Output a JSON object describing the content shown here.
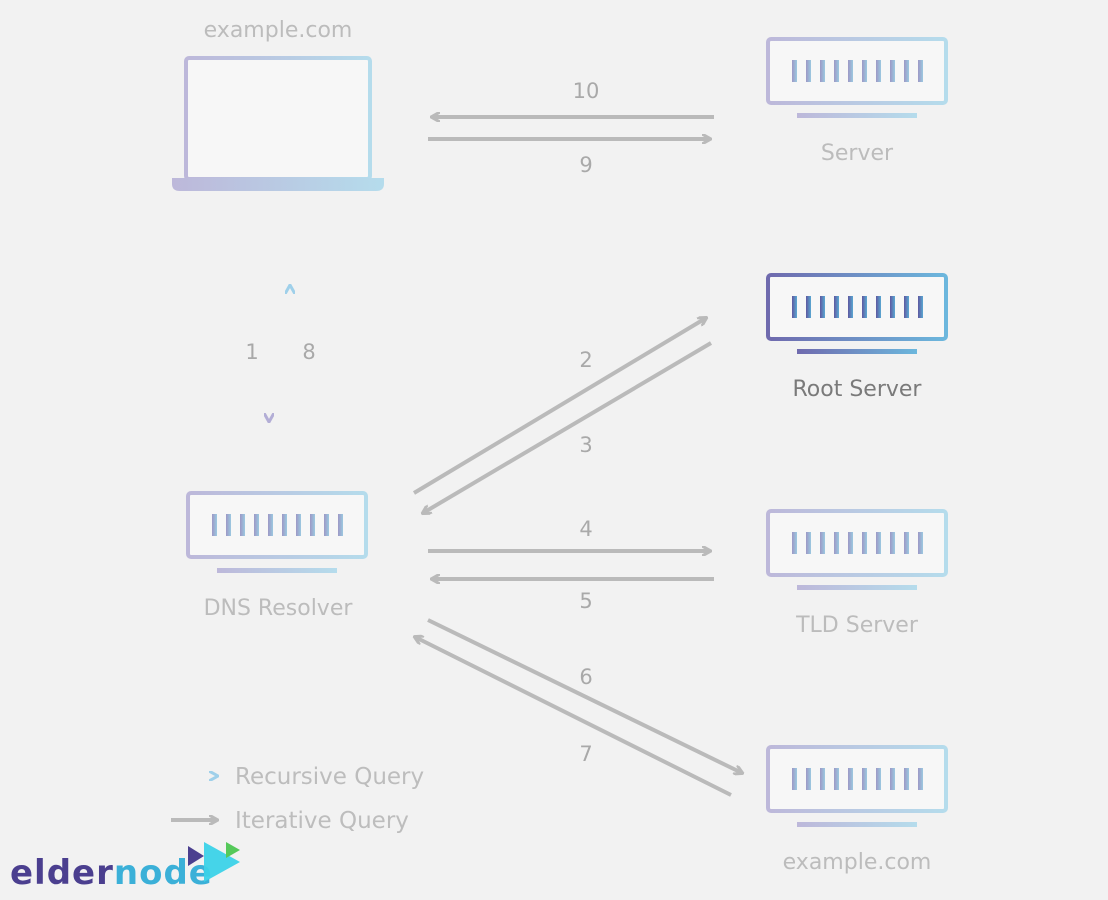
{
  "nodes": {
    "client_label": "example.com",
    "server_label": "Server",
    "root_label": "Root Server",
    "resolver_label": "DNS Resolver",
    "tld_label": "TLD Server",
    "auth_label": "example.com"
  },
  "steps": [
    "1",
    "2",
    "3",
    "4",
    "5",
    "6",
    "7",
    "8",
    "9",
    "10"
  ],
  "legend": {
    "recursive": "Recursive Query",
    "iterative": "Iterative Query"
  },
  "logo": {
    "part1": "elder",
    "part2": "node",
    "color1": "#4b3f8f",
    "color2": "#3bb0d8"
  },
  "colors": {
    "iterative_arrow": "#bababa",
    "recursive_start": "#b8b4d8",
    "recursive_end": "#a8d4ea",
    "root_start": "#6f6aae",
    "root_end": "#6cb7dd"
  }
}
